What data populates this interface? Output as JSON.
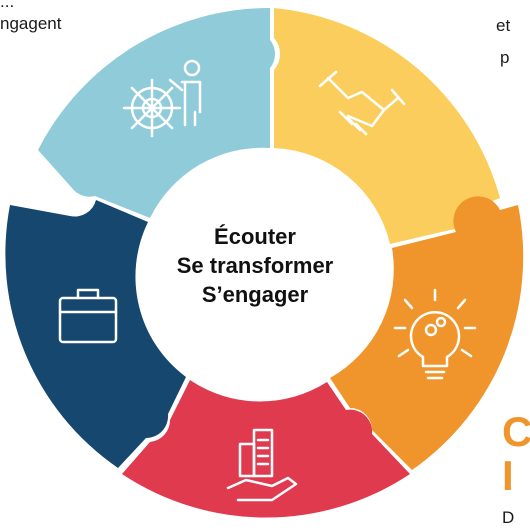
{
  "colors": {
    "teal": "#8fcbd9",
    "yellow": "#fbcd5c",
    "orange": "#f0952c",
    "red": "#e03a4f",
    "navy": "#16476e",
    "icon_stroke": "#ffffff"
  },
  "center": {
    "line1": "Écouter",
    "line2": "Se transformer",
    "line3": "S’engager"
  },
  "edge_text": {
    "top_left_partial": "ngagent",
    "top_left_fragment": "...",
    "top_right_line1": "et",
    "top_right_line2": "p",
    "bottom_right_letter1": "C",
    "bottom_right_letter2": "I",
    "bottom_right_body": "D"
  },
  "segments": [
    {
      "name": "teal-segment",
      "icon": "ship-wheel-person-icon"
    },
    {
      "name": "yellow-segment",
      "icon": "handshake-icon"
    },
    {
      "name": "orange-segment",
      "icon": "lightbulb-gears-icon"
    },
    {
      "name": "red-segment",
      "icon": "building-hand-icon"
    },
    {
      "name": "navy-segment",
      "icon": "briefcase-icon"
    }
  ]
}
